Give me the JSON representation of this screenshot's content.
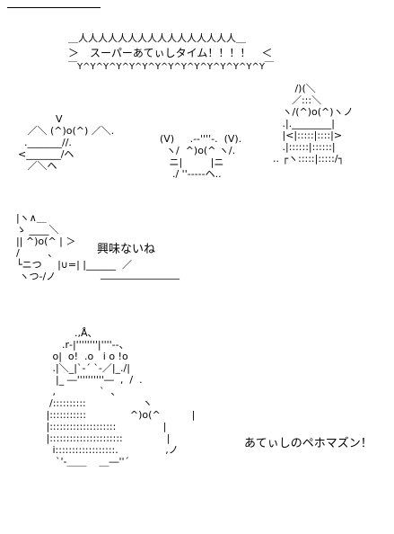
{
  "banner": {
    "top": "＿人人人人人人人人人人人人人人人人＿",
    "middle": "＞　スーパーあてぃしタイム！！！！　＜",
    "bottom": "￣Y^Y^Y^Y^Y^Y^Y^Y^Y^Y^Y^Y^Y^Y^Y￣"
  },
  "art_cheer": "            V\n   ／＼ (^)o(^) ／＼.\n  ._______//.\n<_______/ヘ\n   ／＼ヘ",
  "art_bow": "(V)     .-‐''''-.  (V).\n  ヽ/  ^)o(^ ヽ/.\n   ニ|         |ニ\n    ./ ''-----ヘ..",
  "art_house": "       /)(＼\n      ／:::＼\n   ヽ/(^)o(^)ヽノ\n   .|.________|\n   |<|:::::|::::|>\n   .|::::::|::::::|\n.. ┌ヽ:::::|:::::/┐",
  "art_box": "|ヽ∧＿\nゝ ____＼\n|| ^)o(^ | ＞\n/         、\n└ニつ     |∪=| |______  ／\n ヽつ‐/ノ",
  "art_box_shelf": "________________",
  "quote_box": "興味ないね",
  "art_big": "          .,Å、\n      .r‐|''''''''|''''‐-、\n   o|  o!  .o   i o !o\n   .|＼_|`‐´ `‐／|_./|\n    |_ ―''''''''''―  ,  /  .\n   ,              `  、\n  /::::::::::                  ヽ\n |:::::::::::              ^)o(^          |\n |::::::::::::::::::::               |\n |::::::::::::::::::::::              |\n   i::::::::::::::::::.               ,ノ\n    `'‐＿＿    ＿―''´",
  "quote_big": "あてぃしのペホマズン！"
}
